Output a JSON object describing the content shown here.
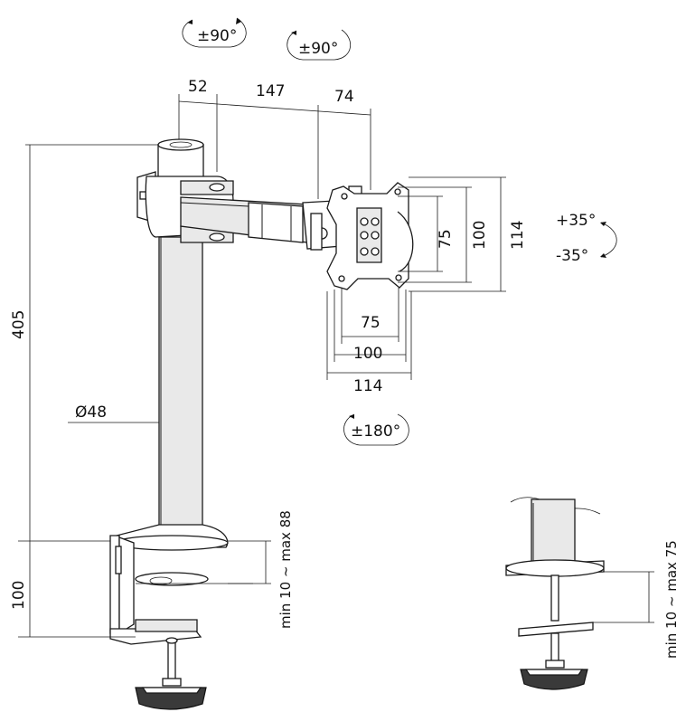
{
  "rotation_labels": {
    "top_left": "±90°",
    "top_right": "±90°",
    "tilt_up": "+35°",
    "tilt_down": "-35°",
    "bottom": "±180°"
  },
  "dimensions": {
    "arm_52": "52",
    "arm_147": "147",
    "arm_74": "74",
    "height_405": "405",
    "diameter": "Ø48",
    "clamp_100": "100",
    "clamp_range": "min 10 ~ max 88",
    "grommet_range": "min 10 ~ max 75",
    "vesa_h_75": "75",
    "vesa_h_100": "100",
    "vesa_h_114": "114",
    "vesa_v_75": "75",
    "vesa_v_100": "100",
    "vesa_v_114": "114"
  }
}
